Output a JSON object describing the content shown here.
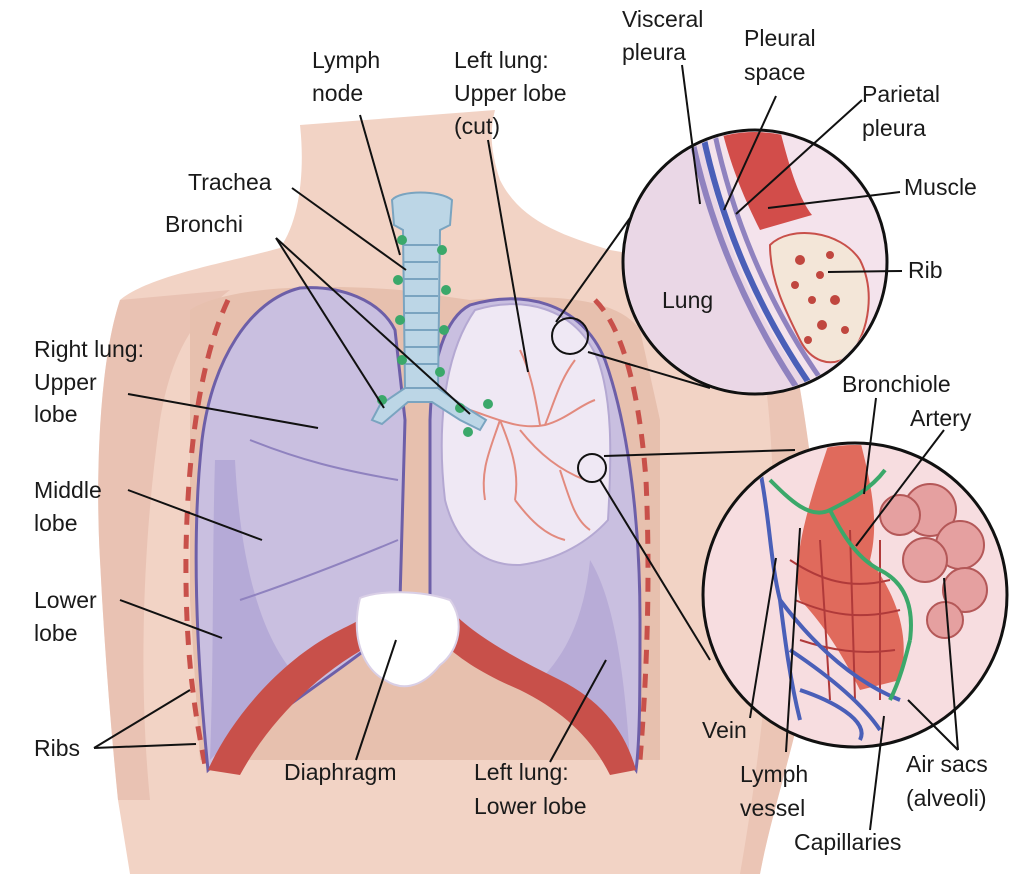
{
  "labels": {
    "lymph_node": [
      "Lymph",
      "node"
    ],
    "left_upper": [
      "Left lung:",
      "Upper lobe",
      "(cut)"
    ],
    "visceral": [
      "Visceral",
      "pleura"
    ],
    "pleural_space": [
      "Pleural",
      "space"
    ],
    "parietal": [
      "Parietal",
      "pleura"
    ],
    "muscle": [
      "Muscle"
    ],
    "rib": [
      "Rib"
    ],
    "lung": [
      "Lung"
    ],
    "trachea": [
      "Trachea"
    ],
    "bronchi": [
      "Bronchi"
    ],
    "right_upper": [
      "Right lung:",
      "Upper",
      "lobe"
    ],
    "middle": [
      "Middle",
      "lobe"
    ],
    "lower": [
      "Lower",
      "lobe"
    ],
    "ribs": [
      "Ribs"
    ],
    "diaphragm": [
      "Diaphragm"
    ],
    "left_lower": [
      "Left lung:",
      "Lower lobe"
    ],
    "bronchiole": [
      "Bronchiole"
    ],
    "artery": [
      "Artery"
    ],
    "vein": [
      "Vein"
    ],
    "lymph_vessel": [
      "Lymph",
      "vessel"
    ],
    "capillaries": [
      "Capillaries"
    ],
    "air_sacs": [
      "Air sacs",
      "(alveoli)"
    ]
  },
  "colors": {
    "skin": "#f2d3c5",
    "skin_shadow": "#e3b8a6",
    "lung": "#c9bfe0",
    "lung_dark": "#8f82bf",
    "lung_cut": "#efe8f4",
    "diaphragm": "#c8504a",
    "airway": "#bcd6e6",
    "lymph": "#3ba86a",
    "artery": "#e06a5c",
    "vein": "#4a5fb8",
    "line": "#1a1a1a"
  }
}
